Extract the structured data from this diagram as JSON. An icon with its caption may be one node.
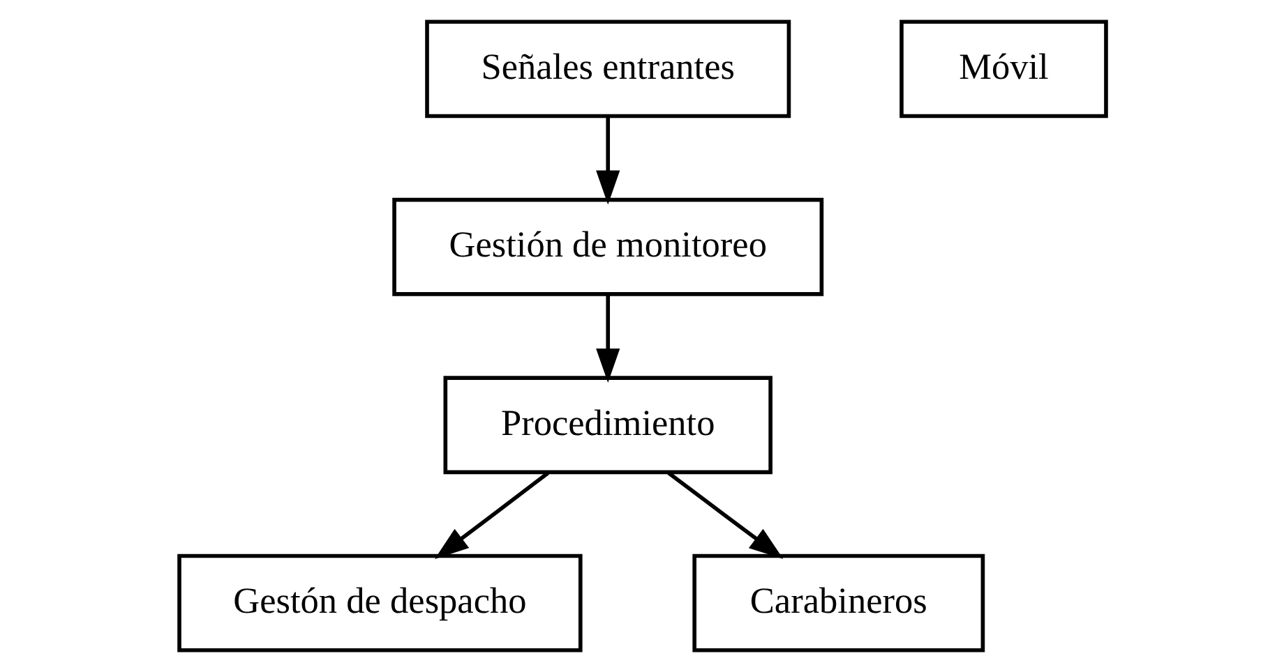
{
  "diagram": {
    "nodes": [
      {
        "text": [
          "Señales entrantes"
        ]
      },
      {
        "text": [
          "Gestión de monitoreo"
        ]
      },
      {
        "text": [
          "Procedimiento"
        ]
      },
      {
        "text": [
          "Gestón de despacho"
        ]
      },
      {
        "text": [
          "Móvil"
        ]
      },
      {
        "text": [
          "Carabineros"
        ]
      }
    ],
    "edges": [
      {
        "from": 0,
        "to": 1,
        "arrow": "to"
      },
      {
        "from": 1,
        "to": 2,
        "arrow": "to"
      },
      {
        "from": 2,
        "to": 3,
        "arrow": "to"
      },
      {
        "from": 2,
        "to": 5,
        "arrow": "to"
      }
    ]
  }
}
